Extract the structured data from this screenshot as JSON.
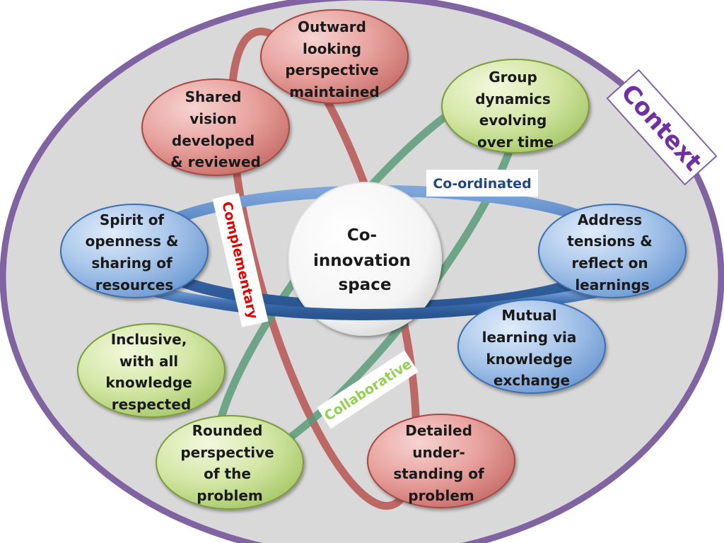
{
  "context_label": "Context",
  "center_label": [
    "Co-",
    "innovation",
    "space"
  ],
  "rings": {
    "coordinated": "Co-ordinated",
    "complementary": "Complementary",
    "collaborative": "Collaborative"
  },
  "bubbles": {
    "outward": [
      "Outward",
      "looking",
      "perspective",
      "maintained"
    ],
    "shared_vision": [
      "Shared",
      "vision",
      "developed",
      "& reviewed"
    ],
    "group_dynamics": [
      "Group",
      "dynamics",
      "evolving",
      "over time"
    ],
    "spirit": [
      "Spirit of",
      "openness &",
      "sharing of",
      "resources"
    ],
    "address": [
      "Address",
      "tensions &",
      "reflect on",
      "learnings"
    ],
    "mutual": [
      "Mutual",
      "learning via",
      "knowledge",
      "exchange"
    ],
    "inclusive": [
      "Inclusive,",
      "with all",
      "knowledge",
      "respected"
    ],
    "rounded": [
      "Rounded",
      "perspective",
      "of the",
      "problem"
    ],
    "detailed": [
      "Detailed",
      "under-",
      "standing of",
      "problem"
    ]
  },
  "colors": {
    "background_fill": "#d9d9d9",
    "outer_border": "#8064a2",
    "context_text": "#7030a0",
    "complementary_text": "#e00000",
    "coordinated_text": "#1f497d",
    "collaborative_text": "#92d050",
    "red_ring": "#b85450",
    "blue_ring": "#4f81bd",
    "green_ring": "#5b9b7a",
    "red_bubble": "#e6a3a0",
    "green_bubble": "#d7e8a8",
    "blue_bubble": "#a9c6ea"
  }
}
